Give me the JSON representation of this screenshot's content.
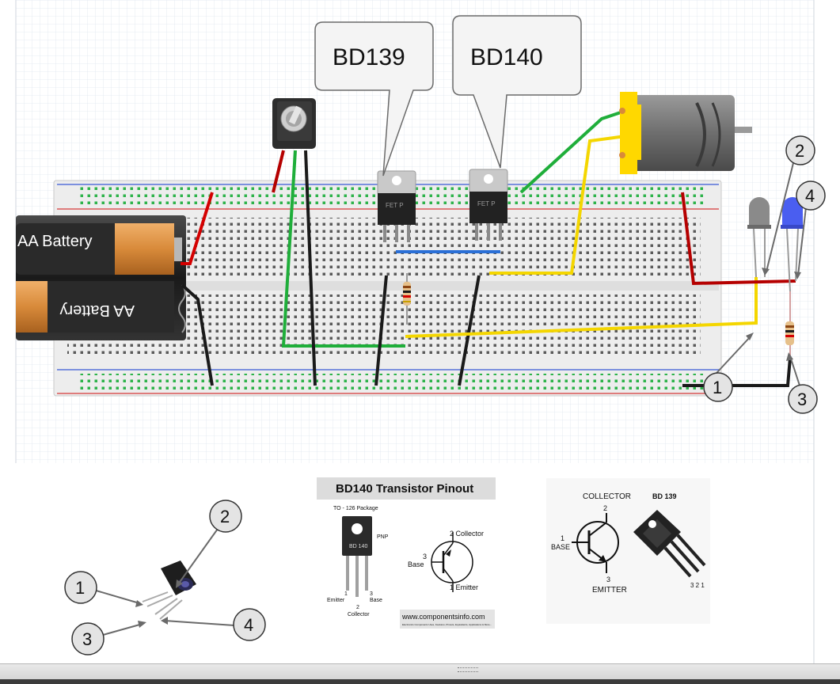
{
  "callouts": {
    "bd139": "BD139",
    "bd140": "BD140"
  },
  "battery": {
    "top_label": "AA Battery",
    "bottom_label": "AA Battery"
  },
  "transistor_tab_text": "FET P",
  "pin_markers": {
    "board": [
      "1",
      "2",
      "3",
      "4"
    ],
    "sensor": [
      "1",
      "2",
      "3",
      "4"
    ]
  },
  "bd140_pinout": {
    "title": "BD140 Transistor Pinout",
    "package": "TO - 126 Package",
    "type": "PNP",
    "body_text": "BD 140",
    "pin1": "1",
    "pin2": "2",
    "pin3": "3",
    "emitter": "Emitter",
    "collector": "Collector",
    "base": "Base",
    "sym_collector": "2 Collector",
    "sym_base_num": "3",
    "sym_base": "Base",
    "sym_emitter": "1 Emitter",
    "website": "www.componentsinfo.com",
    "tagline": "Electronics Components Uses, Features, Pinouts, Equivalents, Applications & More..."
  },
  "bd139_pinout": {
    "collector": "COLLECTOR",
    "collector_num": "2",
    "title": "BD 139",
    "base_num": "1",
    "base": "BASE",
    "emitter_num": "3",
    "emitter": "EMITTER",
    "pins": "3 2 1"
  },
  "colors": {
    "wire_red": "#d40000",
    "wire_green": "#1fae3a",
    "wire_black": "#1a1a1a",
    "wire_yellow": "#f4d600",
    "wire_blue": "#2a6fd6",
    "motor_yellow": "#ffd800",
    "breadboard": "#ececec"
  }
}
